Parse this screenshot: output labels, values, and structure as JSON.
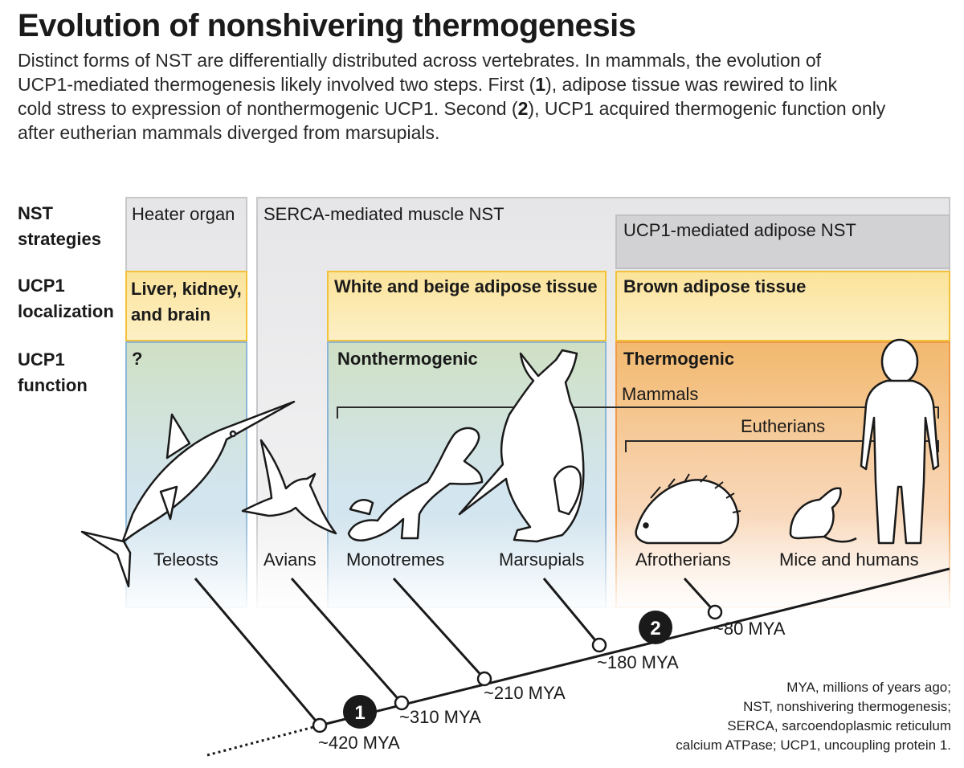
{
  "title": "Evolution of nonshivering thermogenesis",
  "intro": {
    "line1": "Distinct forms of NST are differentially distributed across vertebrates. In mammals, the evolution of",
    "line2": "UCP1-mediated thermogenesis likely involved two steps. First (",
    "step1": "1",
    "line2b": "), adipose tissue was rewired to link",
    "line3": "cold stress to expression of nonthermogenic UCP1. Second (",
    "step2": "2",
    "line3b": "), UCP1 acquired thermogenic function only",
    "line4": "after eutherian mammals diverged from marsupials."
  },
  "row_labels": {
    "nst_1": "NST",
    "nst_2": "strategies",
    "loc_1": "UCP1",
    "loc_2": "localization",
    "func_1": "UCP1",
    "func_2": "function"
  },
  "strategies": {
    "heater": "Heater organ",
    "serca": "SERCA-mediated muscle NST",
    "ucp1_adipose": "UCP1-mediated adipose NST"
  },
  "localization": {
    "liver_1": "Liver, kidney,",
    "liver_2": "and brain",
    "white": "White and beige adipose tissue",
    "brown": "Brown adipose tissue"
  },
  "function": {
    "unknown": "?",
    "nonthermogenic": "Nonthermogenic",
    "thermogenic": "Thermogenic"
  },
  "clades": {
    "mammals": "Mammals",
    "eutherians": "Eutherians"
  },
  "taxa": {
    "teleosts": "Teleosts",
    "avians": "Avians",
    "monotremes": "Monotremes",
    "marsupials": "Marsupials",
    "afrotherians": "Afrotherians",
    "mice_humans": "Mice and humans"
  },
  "divergences": {
    "d420": "~420 MYA",
    "d310": "~310 MYA",
    "d210": "~210 MYA",
    "d180": "~180 MYA",
    "d80": "~80 MYA"
  },
  "steps": {
    "s1": "1",
    "s2": "2"
  },
  "footnote": {
    "l1": "MYA, millions of years ago;",
    "l2": "NST, nonshivering thermogenesis;",
    "l3": "SERCA, sarcoendoplasmic reticulum",
    "l4": "calcium ATPase; UCP1, uncoupling protein 1."
  },
  "colors": {
    "strategy_fill": "#e9e9ea",
    "strategy_dark": "#d3d3d5",
    "yellow_fill": "#fbeab0",
    "yellow_edge": "#f2c23a",
    "blue_top": "#cfe0c4",
    "blue_bottom": "#cfe3f0",
    "blue_edge": "#7fb0d3",
    "orange_top": "#f3bf7a",
    "orange_bottom": "#fbe4d0",
    "orange_edge": "#ef9b4a"
  }
}
